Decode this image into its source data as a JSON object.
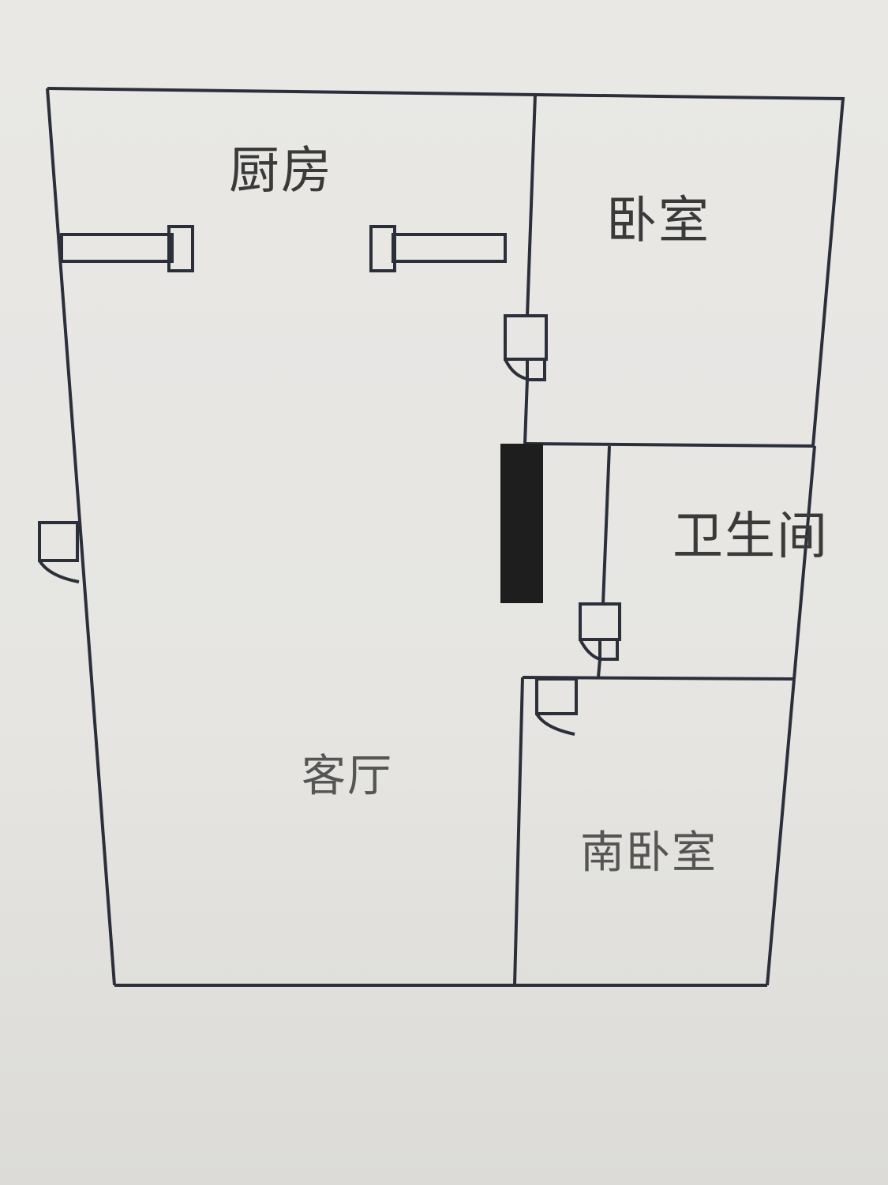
{
  "plan": {
    "rooms": [
      {
        "id": "kitchen",
        "label": "厨房"
      },
      {
        "id": "bedroom",
        "label": "卧室"
      },
      {
        "id": "bathroom",
        "label": "卫生间"
      },
      {
        "id": "living",
        "label": "客厅"
      },
      {
        "id": "south_bedroom",
        "label": "南卧室"
      }
    ],
    "colors": {
      "wall": "#2b2f3a",
      "background": "#e7e6e3",
      "pillar": "#1e1e1e"
    }
  }
}
